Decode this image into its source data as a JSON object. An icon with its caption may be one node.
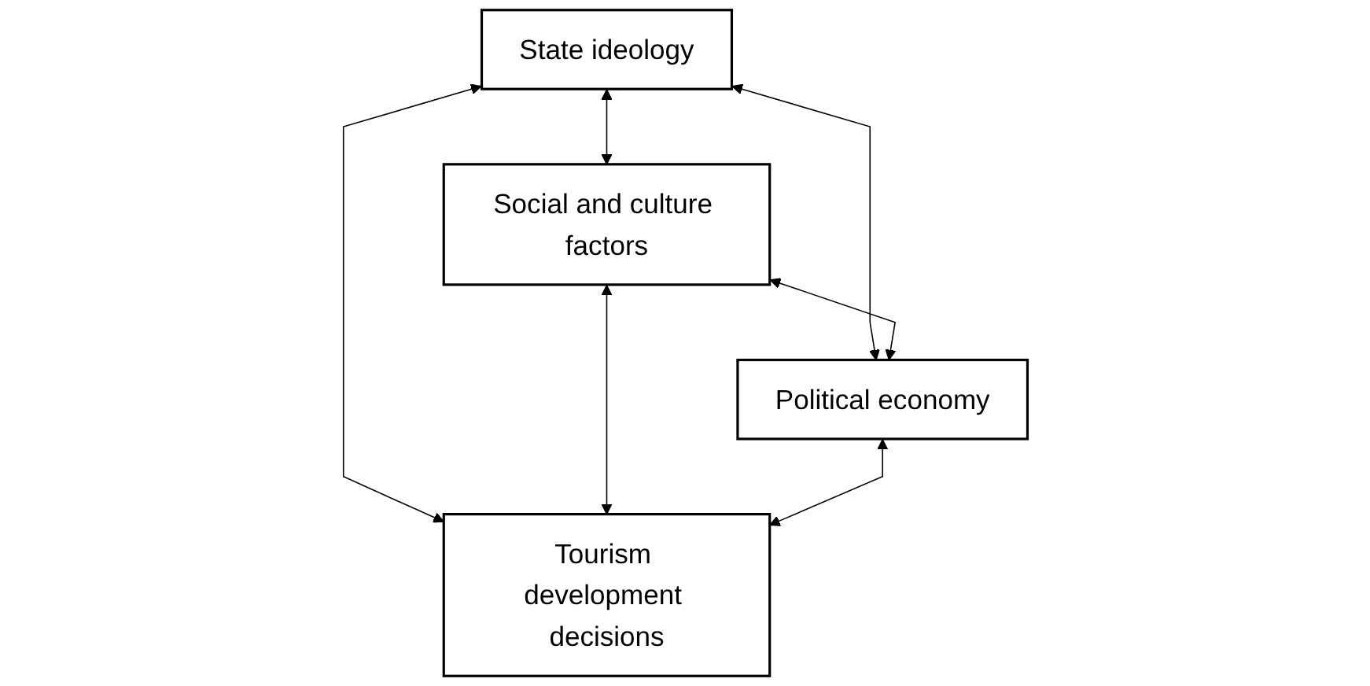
{
  "diagram": {
    "nodes": [
      {
        "text": [
          "State ideology"
        ]
      },
      {
        "text": [
          "Social and culture factors"
        ]
      },
      {
        "text": [
          "Political economy"
        ]
      },
      {
        "text": [
          "Tourism development decisions"
        ]
      }
    ],
    "edges": [
      {
        "from": 0,
        "to": 1,
        "arrow": "both"
      },
      {
        "from": 0,
        "to": 2,
        "arrow": "both"
      },
      {
        "from": 0,
        "to": 3,
        "arrow": "both"
      },
      {
        "from": 1,
        "to": 2,
        "arrow": "both"
      },
      {
        "from": 1,
        "to": 3,
        "arrow": "both"
      },
      {
        "from": 2,
        "to": 3,
        "arrow": "both"
      }
    ]
  }
}
